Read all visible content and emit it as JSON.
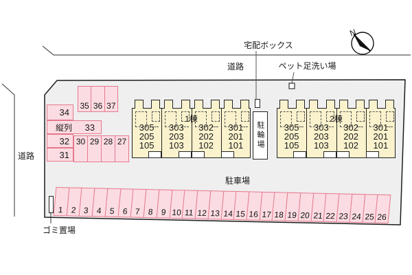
{
  "plan": {
    "compass_label": "N",
    "labels": {
      "delivery_box": "宅配ボックス",
      "road_top": "道路",
      "road_left": "道路",
      "pet_wash": "ペット足洗い場",
      "bicycle_parking": "駐輪場",
      "parking_lot": "駐車場",
      "garbage_area": "ゴミ置場",
      "tandem": "縦列"
    },
    "buildings": [
      {
        "label": "1棟",
        "units": [
          {
            "rooms": [
              "305",
              "205",
              "105"
            ]
          },
          {
            "rooms": [
              "303",
              "203",
              "103"
            ]
          },
          {
            "rooms": [
              "302",
              "202",
              "102"
            ]
          },
          {
            "rooms": [
              "301",
              "201",
              "101"
            ]
          }
        ]
      },
      {
        "label": "2棟",
        "units": [
          {
            "rooms": [
              "305",
              "205",
              "105"
            ]
          },
          {
            "rooms": [
              "303",
              "203",
              "103"
            ]
          },
          {
            "rooms": [
              "302",
              "202",
              "102"
            ]
          },
          {
            "rooms": [
              "301",
              "201",
              "101"
            ]
          }
        ]
      }
    ],
    "parking": {
      "bottom_row": [
        "1",
        "2",
        "3",
        "4",
        "5",
        "6",
        "7",
        "8",
        "9",
        "10",
        "11",
        "12",
        "13",
        "14",
        "15",
        "16",
        "17",
        "18",
        "19",
        "20",
        "21",
        "22",
        "23",
        "24",
        "25",
        "26"
      ],
      "left_top_row": [
        "35",
        "36",
        "37"
      ],
      "left_singles": [
        "34",
        "32",
        "31"
      ],
      "tandem_space": "33",
      "left_block": [
        "30",
        "29",
        "28",
        "27"
      ]
    },
    "colors": {
      "stall_fill": "#fbdce2",
      "stall_border": "#e4798d",
      "building_fill": "#f9f2cd",
      "site_fill": "#efefef"
    }
  }
}
